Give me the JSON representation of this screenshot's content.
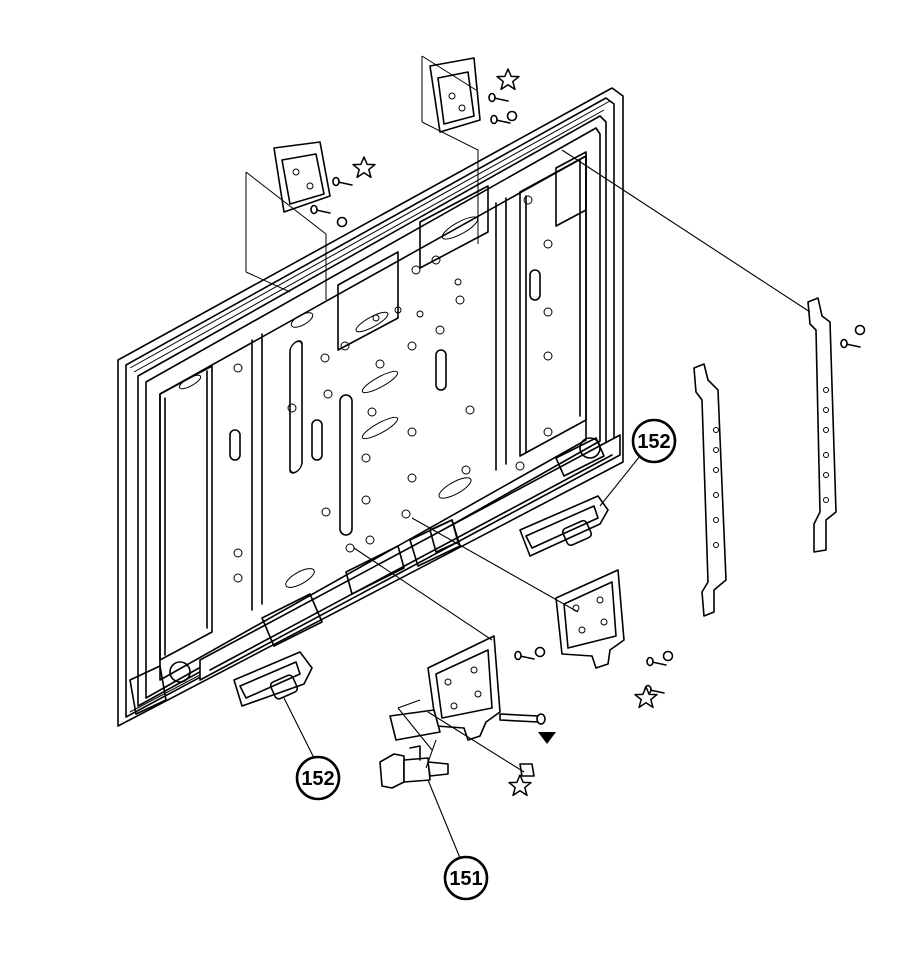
{
  "callouts": {
    "part_152_right": "152",
    "part_152_left": "152",
    "part_151": "151"
  }
}
